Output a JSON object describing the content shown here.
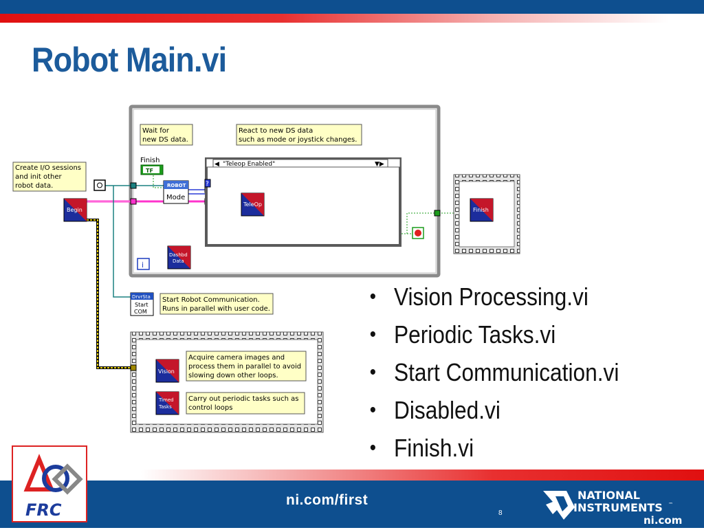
{
  "slide": {
    "title": "Robot Main.vi",
    "bullets": [
      "Vision Processing.vi",
      "Periodic Tasks.vi",
      "Start Communication.vi",
      "Disabled.vi",
      "Finish.vi"
    ],
    "bullet_char": "•",
    "footer_url": "ni.com/first",
    "page_number": "8",
    "colors": {
      "title": "#1c5b9b",
      "band": "#0e4f8f",
      "accent_red": "#e01010"
    }
  },
  "logos": {
    "frc": "FRC",
    "ni_line1": "NATIONAL",
    "ni_line2": "INSTRUMENTS",
    "ni_tm": "™",
    "ni_url": "ni.com"
  },
  "diagram": {
    "comment_init": [
      "Create I/O sessions",
      "and init other",
      "robot data."
    ],
    "comment_wait": [
      "Wait for",
      "new DS data."
    ],
    "comment_react": [
      "React to new DS data",
      "such as mode or joystick changes."
    ],
    "finish_label": "Finish",
    "tf_label": "TF",
    "case_selector": "\"Teleop Enabled\"",
    "robot_node": "ROBOT",
    "mode_label": "Mode",
    "question": "?",
    "info_icon": "i",
    "begin_vi": "Begin",
    "teleop_vi": "TeleOp",
    "dashbd_vi": [
      "Dashbd",
      "Data"
    ],
    "finish_vi": "Finish",
    "start_com_vi": [
      "DrvrSta",
      "Start",
      "COM"
    ],
    "comment_start": [
      "Start Robot Communication.",
      "Runs in parallel with user code."
    ],
    "vision_vi": "Vision",
    "timed_vi": [
      "Timed",
      "Tasks"
    ],
    "comment_vision": [
      "Acquire camera images and",
      "process them in parallel to avoid",
      "slowing down other loops."
    ],
    "comment_timed": [
      "Carry out periodic tasks such as",
      "control loops"
    ]
  }
}
